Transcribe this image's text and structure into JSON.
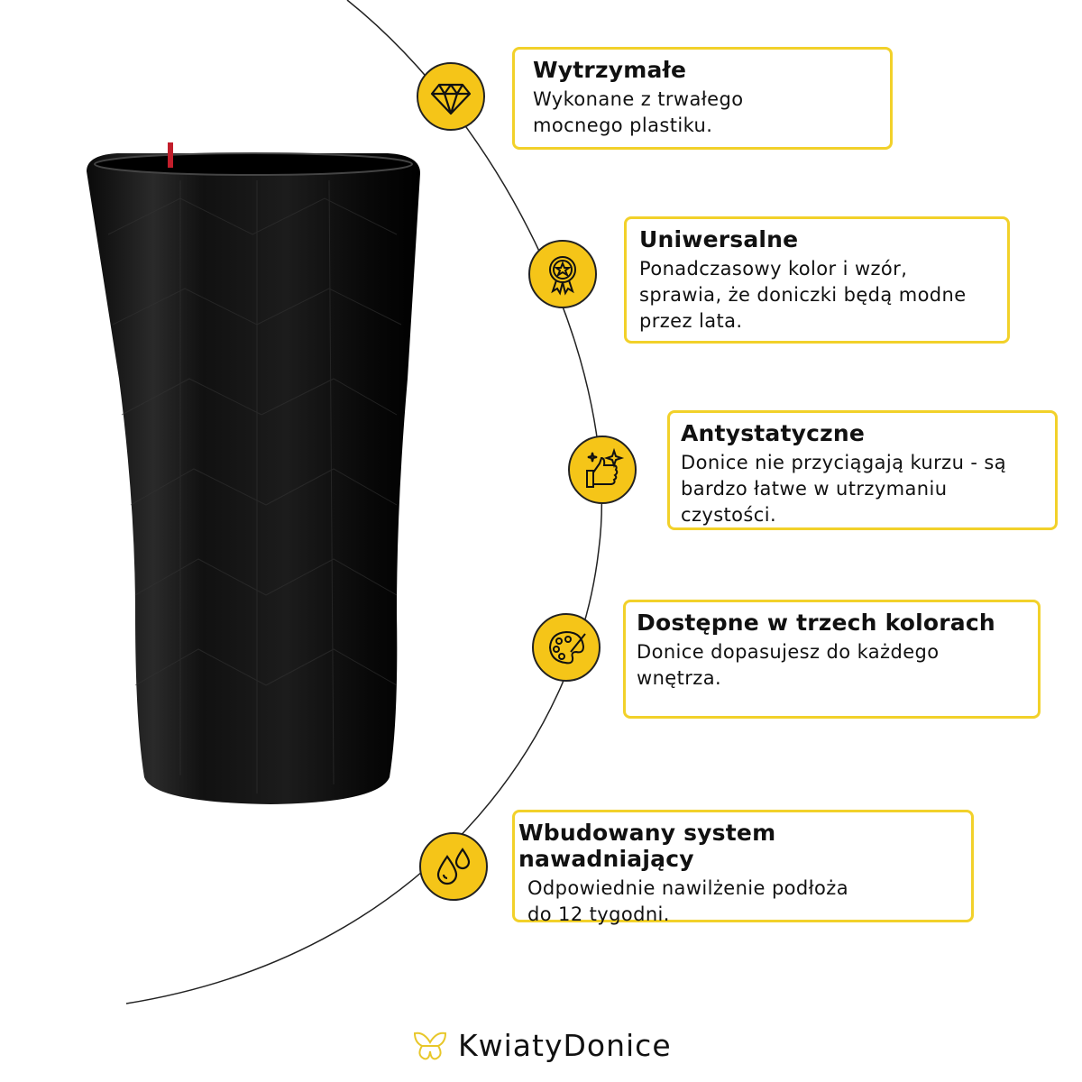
{
  "features": [
    {
      "icon": "diamond-icon",
      "title": "Wytrzymałe",
      "lines": [
        "Wykonane z trwałego",
        "mocnego plastiku."
      ]
    },
    {
      "icon": "award-medal-icon",
      "title": "Uniwersalne",
      "lines": [
        "Ponadczasowy kolor i wzór,",
        "sprawia, że doniczki będą modne",
        "przez lata."
      ]
    },
    {
      "icon": "sparkle-thumbs-up-icon",
      "title": "Antystatyczne",
      "lines": [
        "Donice nie przyciągają kurzu - są",
        "bardzo łatwe w utrzymaniu",
        "czystości."
      ]
    },
    {
      "icon": "palette-icon",
      "title": "Dostępne w trzech kolorach",
      "lines": [
        "Donice dopasujesz do każdego",
        "wnętrza."
      ]
    },
    {
      "icon": "water-drops-icon",
      "title": "Wbudowany system nawadniający",
      "lines": [
        "Odpowiednie nawilżenie podłoża",
        "do 12 tygodni."
      ]
    }
  ],
  "brand": {
    "name": "KwiatyDonice"
  },
  "colors": {
    "accent": "#f5c518",
    "card_border": "#f2d12a",
    "text": "#111111"
  }
}
